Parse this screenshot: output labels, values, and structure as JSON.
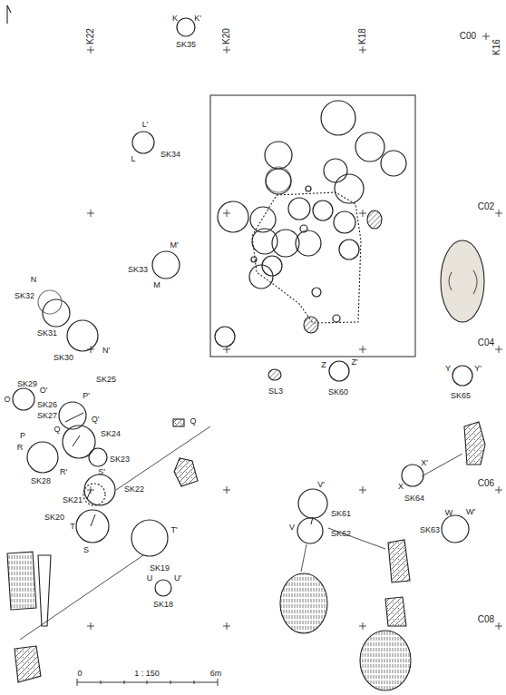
{
  "diagram": {
    "labels": [
      "K22",
      "K20",
      "K18",
      "C00",
      "K16",
      "C02",
      "C04",
      "C06",
      "C08",
      "K",
      "K'",
      "SK35",
      "L'",
      "L",
      "SK34",
      "M'",
      "M",
      "SK33",
      "N",
      "SK32",
      "SK31",
      "SK30",
      "N'",
      "SK29",
      "O",
      "O'",
      "SK25",
      "P'",
      "SK26",
      "SK27",
      "Q",
      "Q'",
      "SK24",
      "P",
      "R",
      "R'",
      "S'",
      "SK23",
      "SK28",
      "SK22",
      "SK21",
      "T",
      "SK20",
      "S",
      "T'",
      "SK19",
      "U",
      "U'",
      "SK18",
      "SL3",
      "Z",
      "Z'",
      "SK60",
      "Y",
      "Y'",
      "SK65",
      "X",
      "X'",
      "SK64",
      "V'",
      "SK61",
      "V",
      "SK62",
      "W",
      "W'",
      "SK63",
      "Q",
      "0",
      "1 : 150",
      "6m"
    ]
  }
}
